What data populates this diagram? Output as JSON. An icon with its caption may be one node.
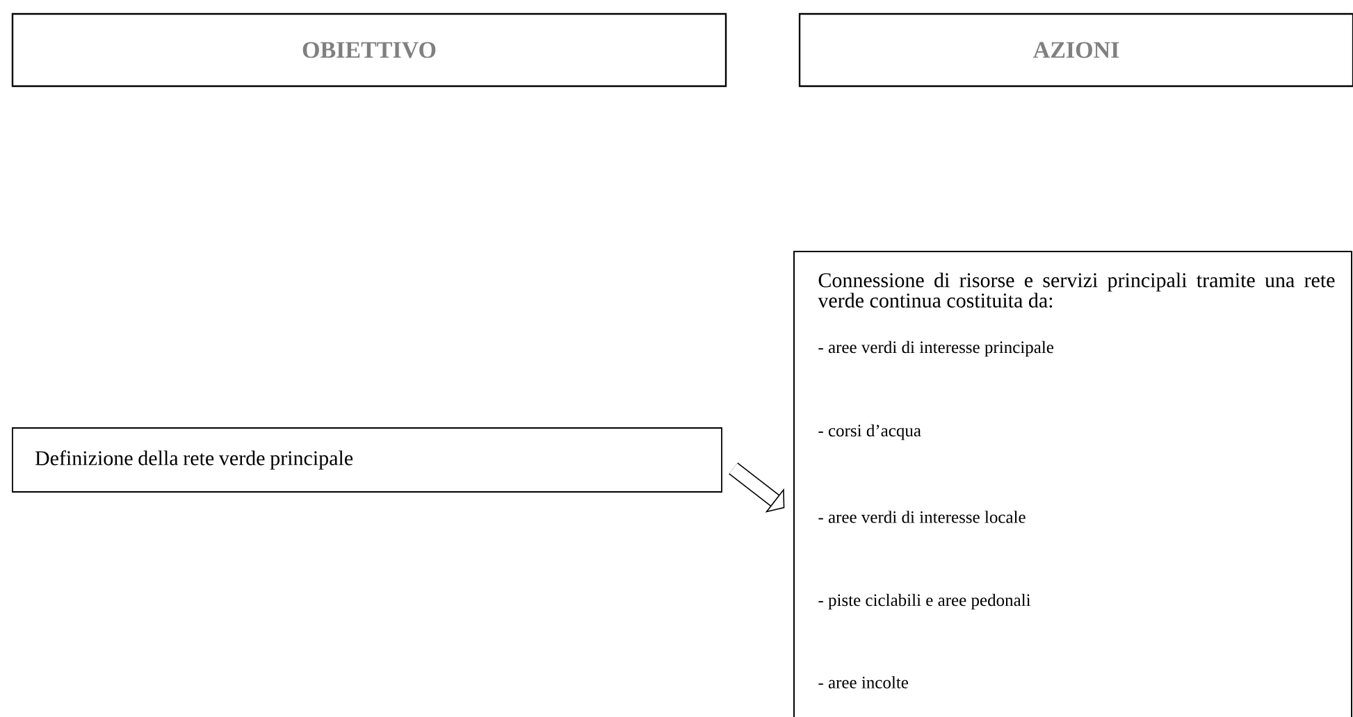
{
  "diagram": {
    "nodes": [
      {
        "text": [
          "OBIETTIVO"
        ]
      },
      {
        "text": [
          "AZIONI"
        ]
      },
      {
        "text": [
          "Definizione della rete verde principale"
        ]
      },
      {
        "text": [
          "Connessione di risorse e servizi principali tramite una rete verde continua costituita da:",
          "- aree verdi di interesse principale",
          "- corsi d’acqua",
          "- aree verdi di interesse locale",
          "- piste ciclabili e aree pedonali",
          "- aree incolte"
        ]
      }
    ],
    "edges": [
      {
        "from": 2,
        "to": 3,
        "arrow": "to"
      }
    ]
  }
}
